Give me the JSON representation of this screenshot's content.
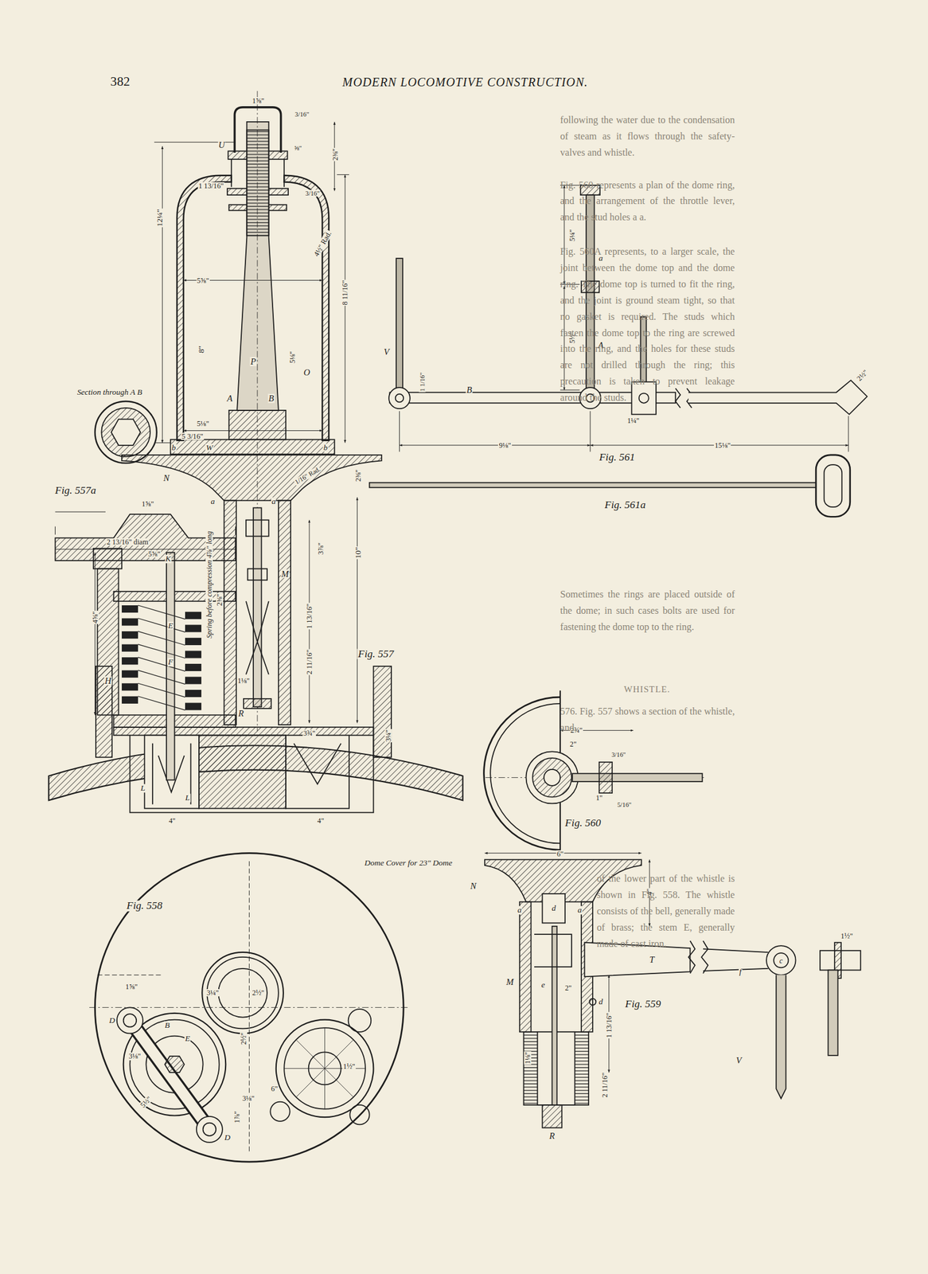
{
  "diagram": {
    "title": "MODERN LOCOMOTIVE CONSTRUCTION.",
    "labels": [
      "382",
      "Section through A B",
      "Fig. 557a",
      "Fig. 557",
      "Fig. 558",
      "Fig. 559",
      "Fig. 560",
      "Fig. 561",
      "Fig. 561a",
      "Dome Cover for 23\" Dome",
      "U",
      "1⅝\"",
      "3/16\"",
      "⅝\"",
      "2⅜\"",
      "12¼\"",
      "1 13/16\"",
      "3/16\"",
      "4½\" Rad.",
      "5⅝\"",
      "8\"",
      "P",
      "5⅛\"",
      "8 11/16\"",
      "O",
      "A",
      "B",
      "5⅛\"",
      "5 3/16\"",
      "b",
      "b",
      "W",
      "N",
      "1/16\" Rad.",
      "2⅜\"",
      "a",
      "a",
      "M",
      "3⅞\"",
      "10\"",
      "2⅜\"",
      "1 13/16\"",
      "2 11/16\"",
      "1⅛\"",
      "R",
      "3¾\"",
      "3¼\"",
      "Spring before compression 4⅞\" long",
      "4⅝\"",
      "H",
      "E",
      "F",
      "K",
      "L",
      "L",
      "4\"",
      "4\"",
      "1⅝\"",
      "2 13/16\" diam",
      "5⅝\"",
      "1⅝\"",
      "3¼\"",
      "2½\"",
      "2½\"",
      "D",
      "D",
      "E",
      "B",
      "3⅛\"",
      "5½\"",
      "6\"",
      "3⅛\"",
      "1⅞\"",
      "1½\"",
      "N",
      "6\"",
      "a",
      "a",
      "d",
      "4\"",
      "T",
      "M",
      "e",
      "2\"",
      "d",
      "1 13/16\"",
      "1⅛\"",
      "2 11/16\"",
      "R",
      "f",
      "c",
      "V",
      "1½\"",
      "2¾\"",
      "2\"",
      "3/16\"",
      "1\"",
      "5/16\"",
      "5¼\"",
      "a",
      "5½\"",
      "A",
      "V",
      "B",
      "9⅛\"",
      "15⅛\"",
      "2½\"",
      "1¼\"",
      "1 1/16\"",
      "following the water due to the condensation of steam as it flows through the safety-valves and whistle.",
      "Fig. 560 represents a plan of the dome ring, and the arrangement of the throttle lever, and the stud holes a a.",
      "Fig. 560A represents, to a larger scale, the joint between the dome top and the dome ring. The dome top is turned to fit the ring, and the joint is ground steam tight, so that no gasket is required. The studs which fasten the dome top to the ring are screwed into the ring, and the holes for these studs are not drilled through the ring; this precaution is taken to prevent leakage around the studs.",
      "Sometimes the rings are placed outside of the dome; in such cases bolts are used for fastening the dome top to the ring.",
      "WHISTLE.",
      "576. Fig. 557 shows a section of the whistle, and",
      "of the lower part of the whistle is shown in Fig. 558. The whistle consists of the bell, generally made of brass; the stem E, generally made of cast iron."
    ]
  }
}
